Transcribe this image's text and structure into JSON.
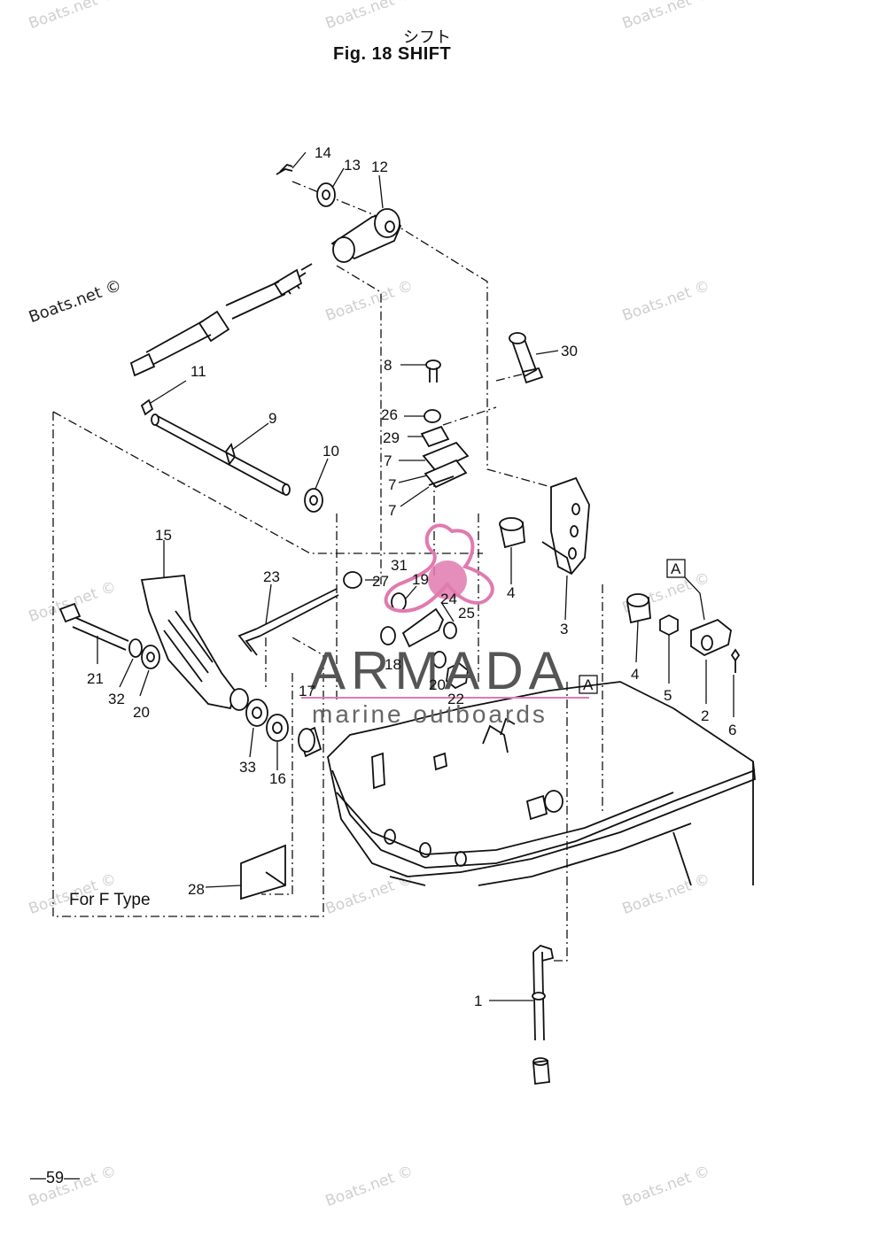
{
  "header": {
    "title_jp": "シフト",
    "title": "Fig. 18   SHIFT"
  },
  "watermarks": [
    "Boats.net ©",
    "Boats.net ©",
    "Boats.net ©",
    "Boats.net ©",
    "Boats.net ©",
    "Boats.net ©",
    "Boats.net ©",
    "Boats.net ©",
    "Boats.net ©",
    "Boats.net ©",
    "Boats.net ©",
    "Boats.net ©",
    "Boats.net ©"
  ],
  "logo": {
    "name": "ARMADA",
    "tagline": "marine outboards",
    "color": "#e07ab0"
  },
  "callouts": {
    "p1": "1",
    "p2": "2",
    "p3": "3",
    "p4a": "4",
    "p4b": "4",
    "p5": "5",
    "p6": "6",
    "p7a": "7",
    "p7b": "7",
    "p7c": "7",
    "p8": "8",
    "p9": "9",
    "p10": "10",
    "p11": "11",
    "p12": "12",
    "p13": "13",
    "p14": "14",
    "p15": "15",
    "p16": "16",
    "p17": "17",
    "p18": "18",
    "p19": "19",
    "p20a": "20",
    "p20b": "20",
    "p21": "21",
    "p22": "22",
    "p23": "23",
    "p24": "24",
    "p25": "25",
    "p26": "26",
    "p27": "27",
    "p28": "28",
    "p29": "29",
    "p30": "30",
    "p31": "31",
    "p32": "32",
    "p33": "33"
  },
  "reference_marks": {
    "ref_a1": "A",
    "ref_a2": "A"
  },
  "variant_note": "For F Type",
  "page_number": "—59—"
}
